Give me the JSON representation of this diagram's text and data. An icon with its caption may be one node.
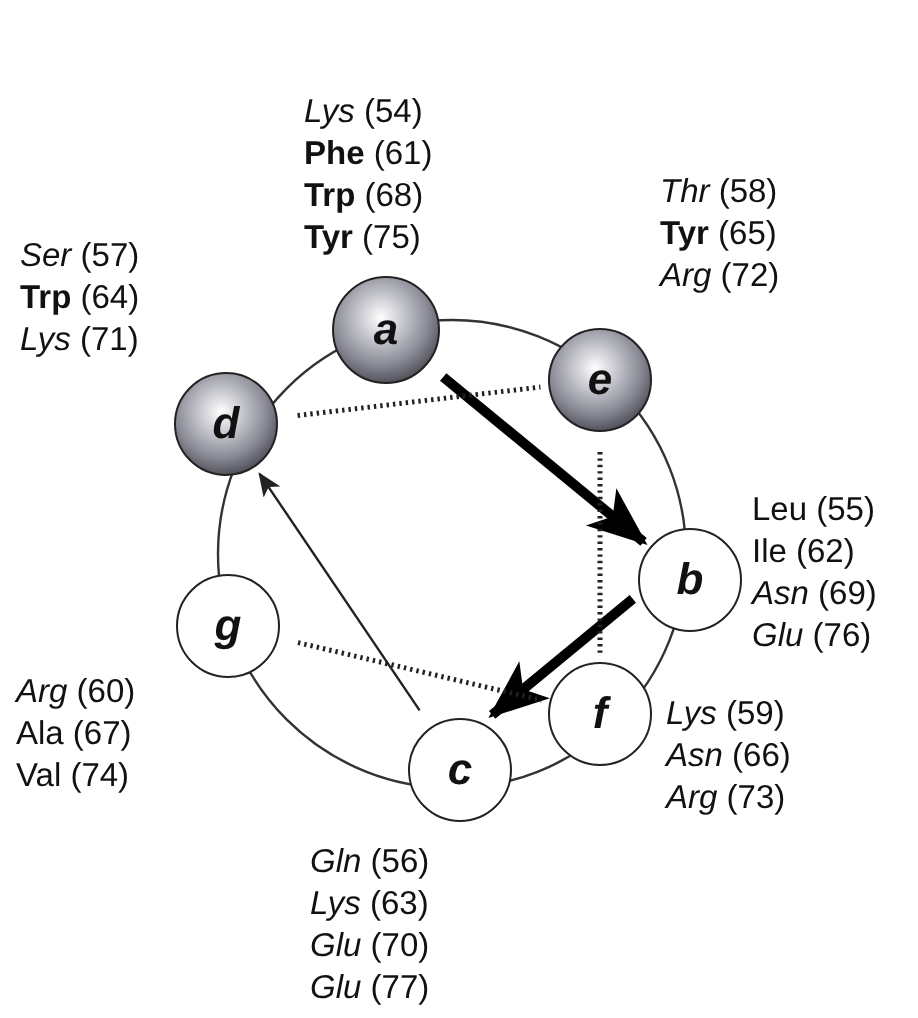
{
  "diagram": {
    "nodes": [
      {
        "text": [
          "a"
        ],
        "beside": [
          "*Lys* (54)",
          "**Phe** (61)",
          "**Trp** (68)",
          "**Tyr** (75)"
        ]
      },
      {
        "text": [
          "e"
        ],
        "beside": [
          "*Thr* (58)",
          "**Tyr** (65)",
          "*Arg* (72)"
        ]
      },
      {
        "text": [
          "d"
        ],
        "beside": [
          "*Ser* (57)",
          "**Trp** (64)",
          "*Lys* (71)"
        ]
      },
      {
        "text": [
          "b"
        ],
        "beside": [
          "Leu (55)",
          "Ile (62)",
          "*Asn* (69)",
          "*Glu* (76)"
        ]
      },
      {
        "text": [
          "g"
        ],
        "beside": [
          "*Arg* (60)",
          "Ala (67)",
          "Val (74)"
        ]
      },
      {
        "text": [
          "f"
        ],
        "beside": [
          "*Lys* (59)",
          "*Asn* (66)",
          "*Arg* (73)"
        ]
      },
      {
        "text": [
          "c"
        ],
        "beside": [
          "*Gln* (56)",
          "*Lys* (63)",
          "*Glu* (70)",
          "*Glu* (77)"
        ]
      }
    ],
    "edges": [
      {
        "from": 0,
        "to": 3,
        "arrow": "to",
        "style": "thick"
      },
      {
        "from": 3,
        "to": 6,
        "arrow": "to",
        "style": "thick"
      },
      {
        "from": 6,
        "to": 2,
        "arrow": "to"
      },
      {
        "from": 2,
        "to": 1,
        "arrow": "none",
        "style": "dashed"
      },
      {
        "from": 1,
        "to": 5,
        "arrow": "none",
        "style": "dashed"
      },
      {
        "from": 4,
        "to": 5,
        "arrow": "none",
        "style": "dashed"
      }
    ]
  }
}
